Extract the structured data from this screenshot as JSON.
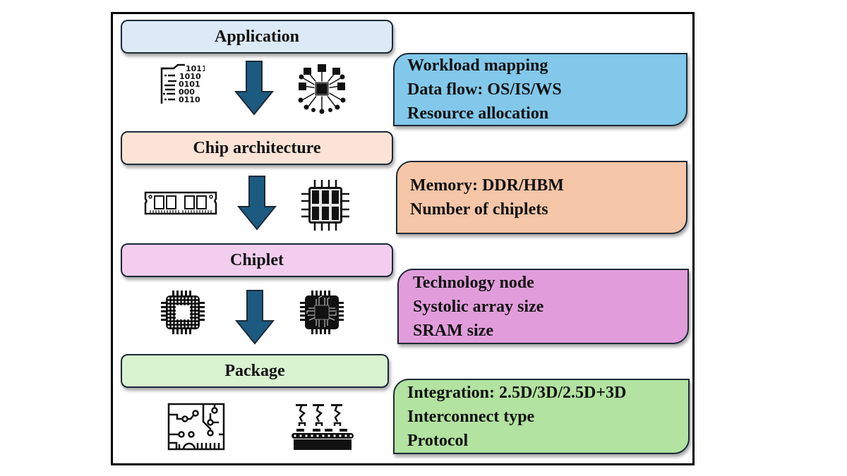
{
  "diagram": {
    "stages": [
      {
        "label": "Application",
        "fill": "#dce9f6",
        "icons": [
          "binary-code-icon",
          "neural-network-icon"
        ],
        "details": {
          "fill": "#82c8ea",
          "items": [
            "Workload mapping",
            "Data flow: OS/IS/WS",
            "Resource allocation"
          ]
        }
      },
      {
        "label": "Chip architecture",
        "fill": "#fbe3d6",
        "icons": [
          "memory-module-icon",
          "multi-core-processor-icon"
        ],
        "details": {
          "fill": "#f5c6a8",
          "items": [
            "Memory: DDR/HBM",
            "Number of chiplets"
          ]
        }
      },
      {
        "label": "Chiplet",
        "fill": "#f2cdee",
        "icons": [
          "chip-die-icon",
          "microchip-circuit-icon"
        ],
        "details": {
          "fill": "#e19ddb",
          "items": [
            "Technology node",
            "Systolic array size",
            "SRAM size"
          ]
        }
      },
      {
        "label": "Package",
        "fill": "#d9f2d0",
        "icons": [
          "circuit-board-icon",
          "assembly-line-icon"
        ],
        "details": {
          "fill": "#b2e3a0",
          "items": [
            "Integration: 2.5D/3D/2.5D+3D",
            "Interconnect type",
            "Protocol"
          ]
        }
      }
    ],
    "arrow_color": "#1d5a80",
    "border_color": "#1b2a38"
  }
}
